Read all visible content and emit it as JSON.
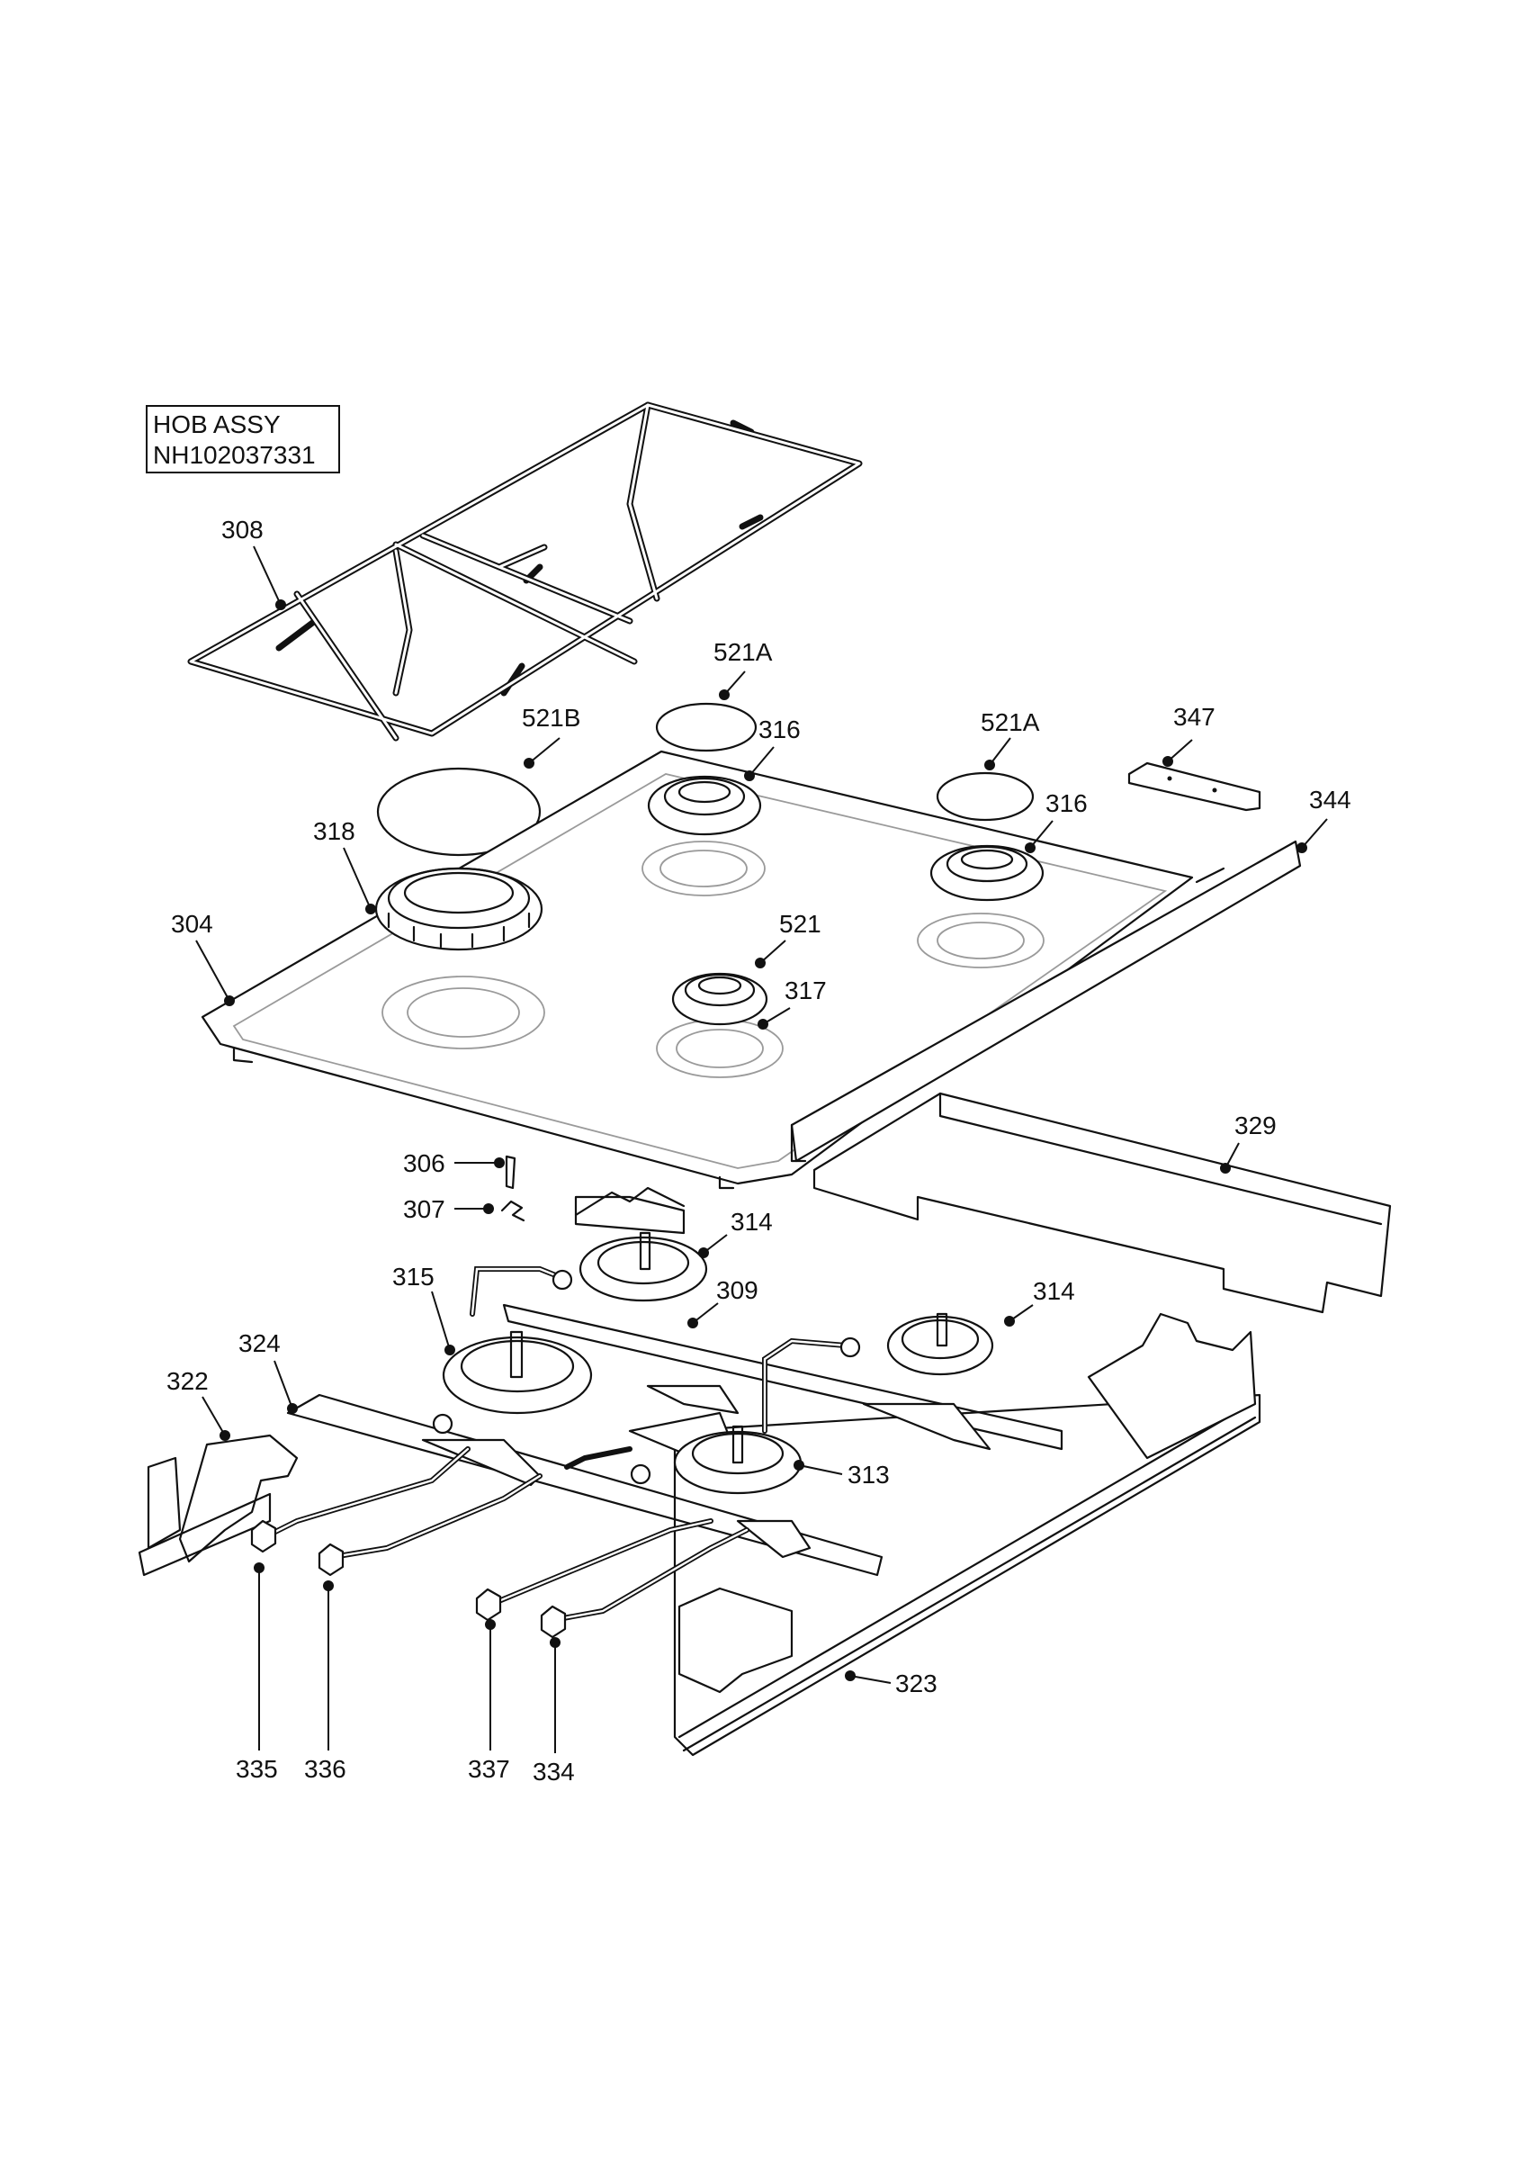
{
  "title": {
    "line1": "HOB ASSY",
    "line2": "NH102037331"
  },
  "labels": [
    {
      "id": "308",
      "text": "308"
    },
    {
      "id": "521A-1",
      "text": "521A"
    },
    {
      "id": "521B",
      "text": "521B"
    },
    {
      "id": "316-1",
      "text": "316"
    },
    {
      "id": "521A-2",
      "text": "521A"
    },
    {
      "id": "347",
      "text": "347"
    },
    {
      "id": "316-2",
      "text": "316"
    },
    {
      "id": "344",
      "text": "344"
    },
    {
      "id": "318",
      "text": "318"
    },
    {
      "id": "304",
      "text": "304"
    },
    {
      "id": "521",
      "text": "521"
    },
    {
      "id": "317",
      "text": "317"
    },
    {
      "id": "329",
      "text": "329"
    },
    {
      "id": "306",
      "text": "306"
    },
    {
      "id": "307",
      "text": "307"
    },
    {
      "id": "314-1",
      "text": "314"
    },
    {
      "id": "315",
      "text": "315"
    },
    {
      "id": "309",
      "text": "309"
    },
    {
      "id": "314-2",
      "text": "314"
    },
    {
      "id": "324",
      "text": "324"
    },
    {
      "id": "322",
      "text": "322"
    },
    {
      "id": "313",
      "text": "313"
    },
    {
      "id": "323",
      "text": "323"
    },
    {
      "id": "335",
      "text": "335"
    },
    {
      "id": "336",
      "text": "336"
    },
    {
      "id": "337",
      "text": "337"
    },
    {
      "id": "334",
      "text": "334"
    }
  ]
}
